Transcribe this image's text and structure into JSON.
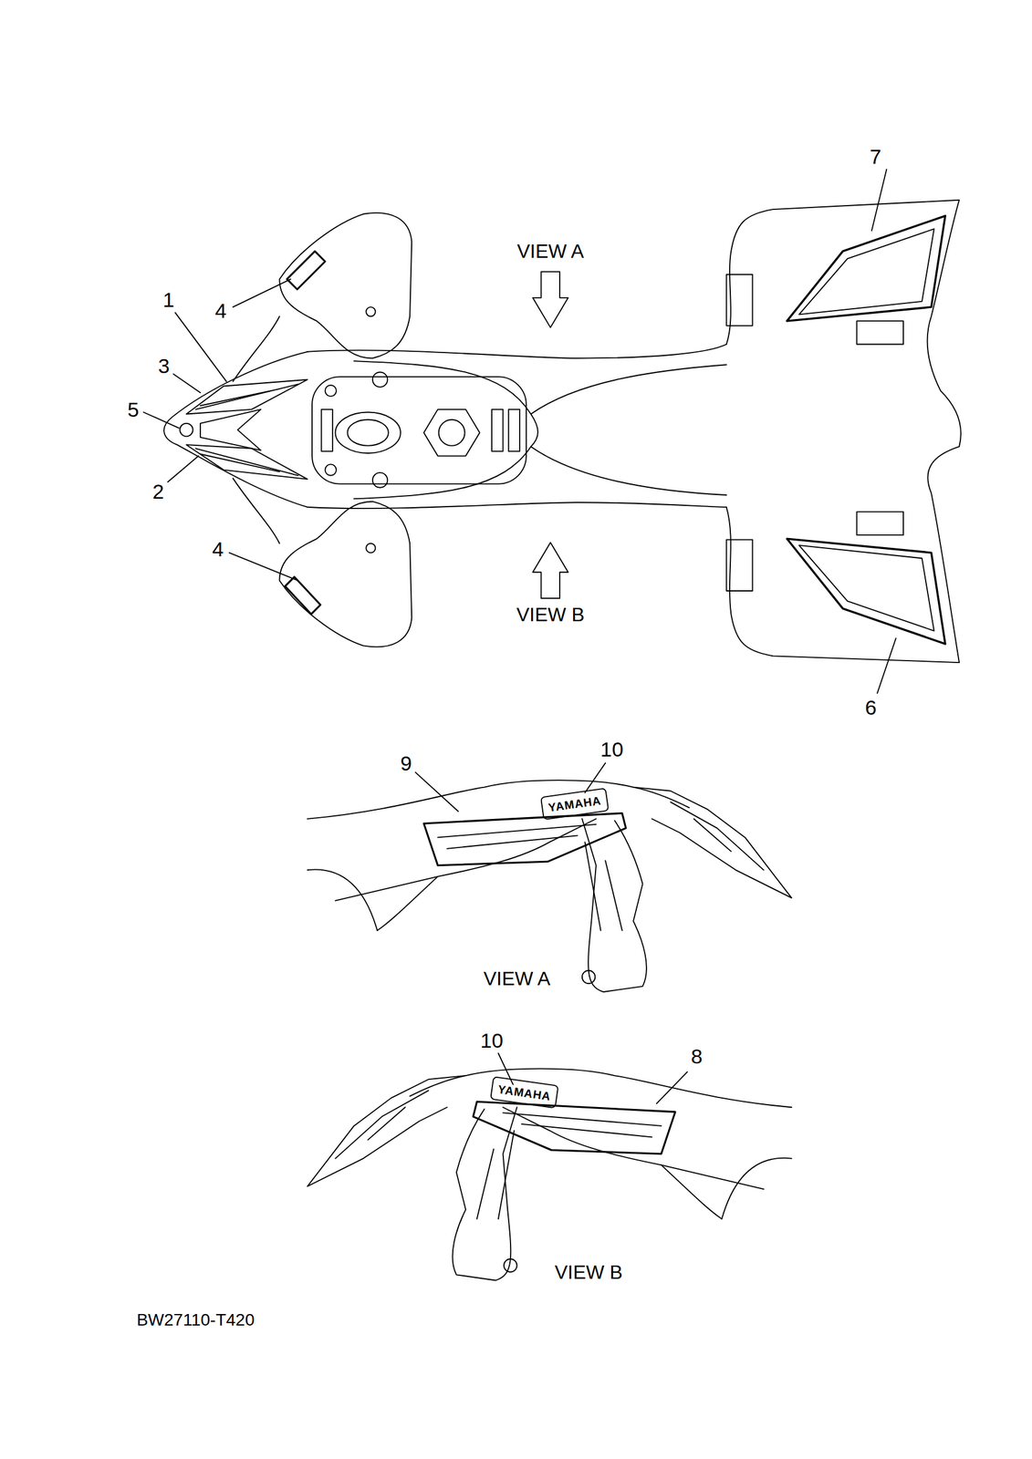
{
  "diagram": {
    "labels": [
      "7",
      "VIEW A",
      "1",
      "4",
      "3",
      "5",
      "2",
      "4",
      "VIEW B",
      "6",
      "9",
      "10",
      "YAMAHA",
      "VIEW A",
      "10",
      "YAMAHA",
      "8",
      "VIEW B",
      "BW27110-T420"
    ]
  }
}
